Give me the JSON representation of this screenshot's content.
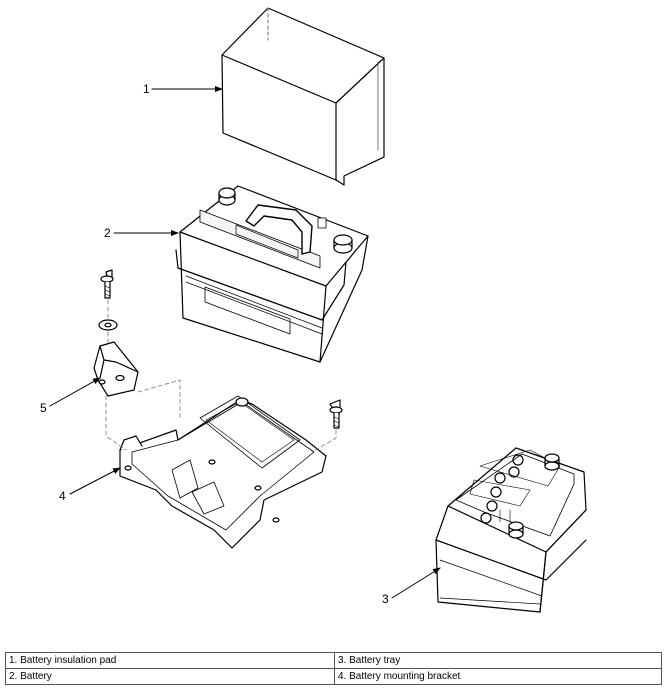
{
  "callouts": [
    "1",
    "2",
    "3",
    "4",
    "5"
  ],
  "legend": {
    "rows": [
      [
        "1. Battery insulation pad",
        "3. Battery tray"
      ],
      [
        "2. Battery",
        "4. Battery mounting bracket"
      ]
    ]
  }
}
